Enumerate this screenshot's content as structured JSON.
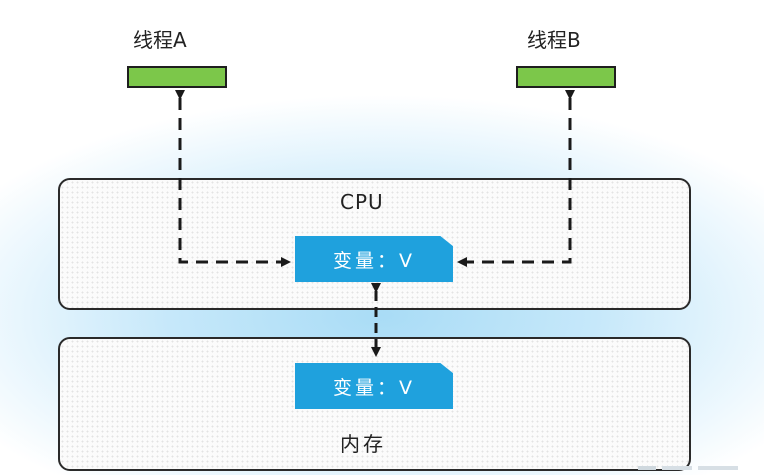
{
  "threads": {
    "a": {
      "label": "线程A"
    },
    "b": {
      "label": "线程B"
    }
  },
  "cpu": {
    "label": "CPU",
    "variable": "变量：V"
  },
  "memory": {
    "label": "内存",
    "variable": "变量：V"
  },
  "colors": {
    "thread": "#7cc74a",
    "variable": "#1fa1dd",
    "glow": "#a9dcf6",
    "line": "#1a1a1a"
  }
}
